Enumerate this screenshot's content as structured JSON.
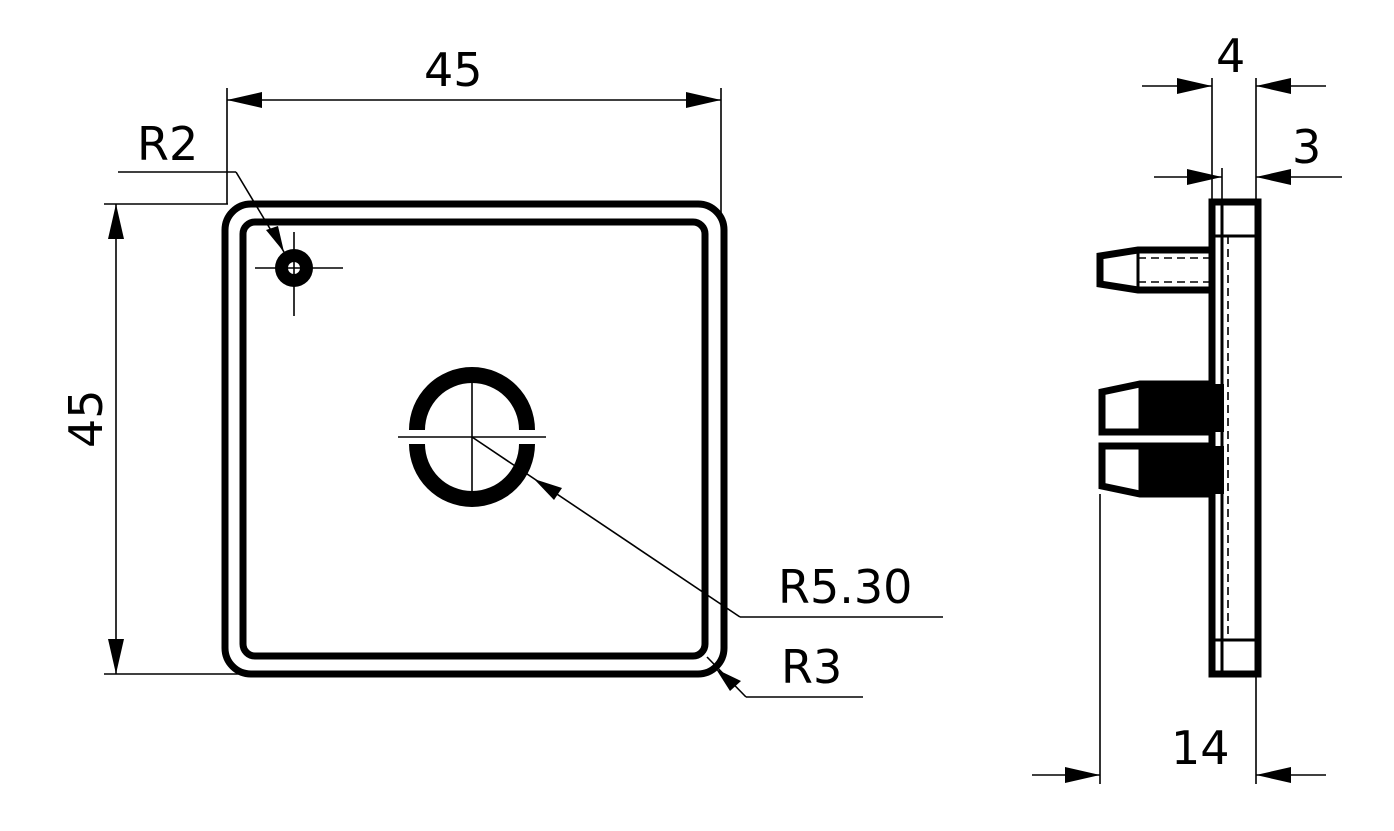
{
  "dimensions": {
    "front_width": "45",
    "front_height": "45",
    "corner_hole_radius": "R2",
    "center_radius": "R5.30",
    "corner_radius": "R3",
    "side_top_4": "4",
    "side_top_3": "3",
    "side_depth": "14"
  },
  "colors": {
    "line": "#000000",
    "background": "#ffffff"
  }
}
